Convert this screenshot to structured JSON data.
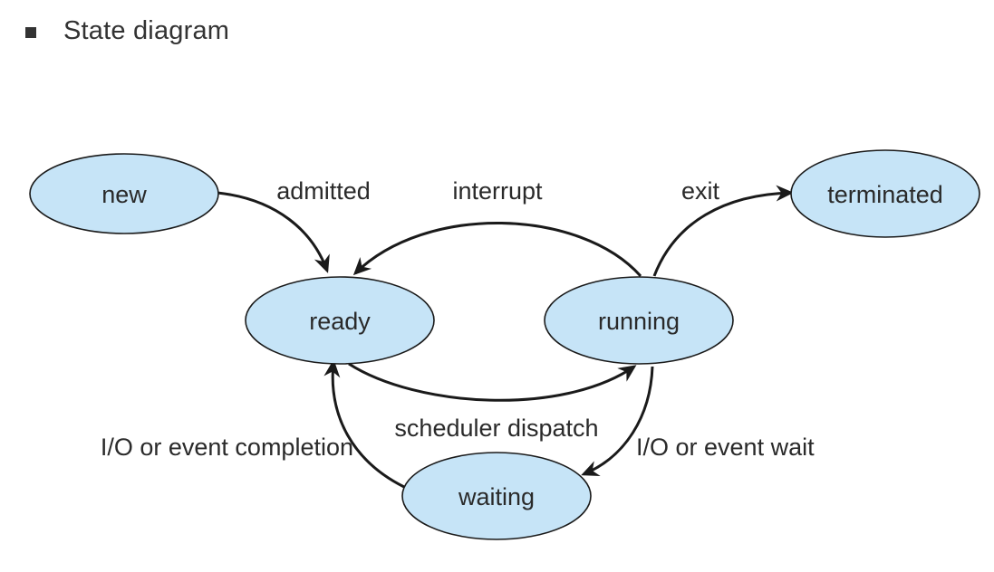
{
  "heading": {
    "bullet_icon": "square-bullet-icon",
    "text": "State diagram"
  },
  "states": {
    "new": "new",
    "ready": "ready",
    "running": "running",
    "terminated": "terminated",
    "waiting": "waiting"
  },
  "transitions": {
    "admitted": "admitted",
    "interrupt": "interrupt",
    "exit": "exit",
    "scheduler_dispatch": "scheduler dispatch",
    "io_event_completion": "I/O or event completion",
    "io_event_wait": "I/O or event wait"
  },
  "colors": {
    "state_fill": "#c6e4f7",
    "stroke": "#1a1a1a"
  }
}
